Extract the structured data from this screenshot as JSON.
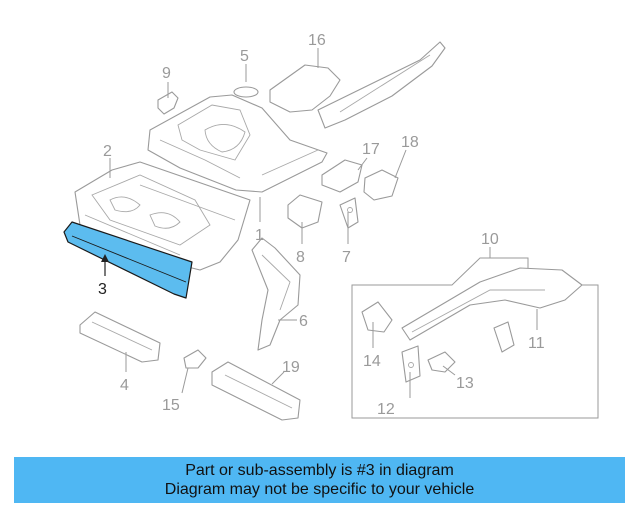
{
  "diagram": {
    "callouts": {
      "c1": "1",
      "c2": "2",
      "c3": "3",
      "c4": "4",
      "c5": "5",
      "c6": "6",
      "c7": "7",
      "c8": "8",
      "c9": "9",
      "c10": "10",
      "c11": "11",
      "c12": "12",
      "c13": "13",
      "c14": "14",
      "c15": "15",
      "c16": "16",
      "c17": "17",
      "c18": "18",
      "c19": "19"
    },
    "highlighted_part": "3",
    "highlight_color": "#5cbcef"
  },
  "banner": {
    "line1": "Part or sub-assembly is #3 in diagram",
    "line2": "Diagram may not be specific to your vehicle",
    "background": "#4fb7f3"
  }
}
